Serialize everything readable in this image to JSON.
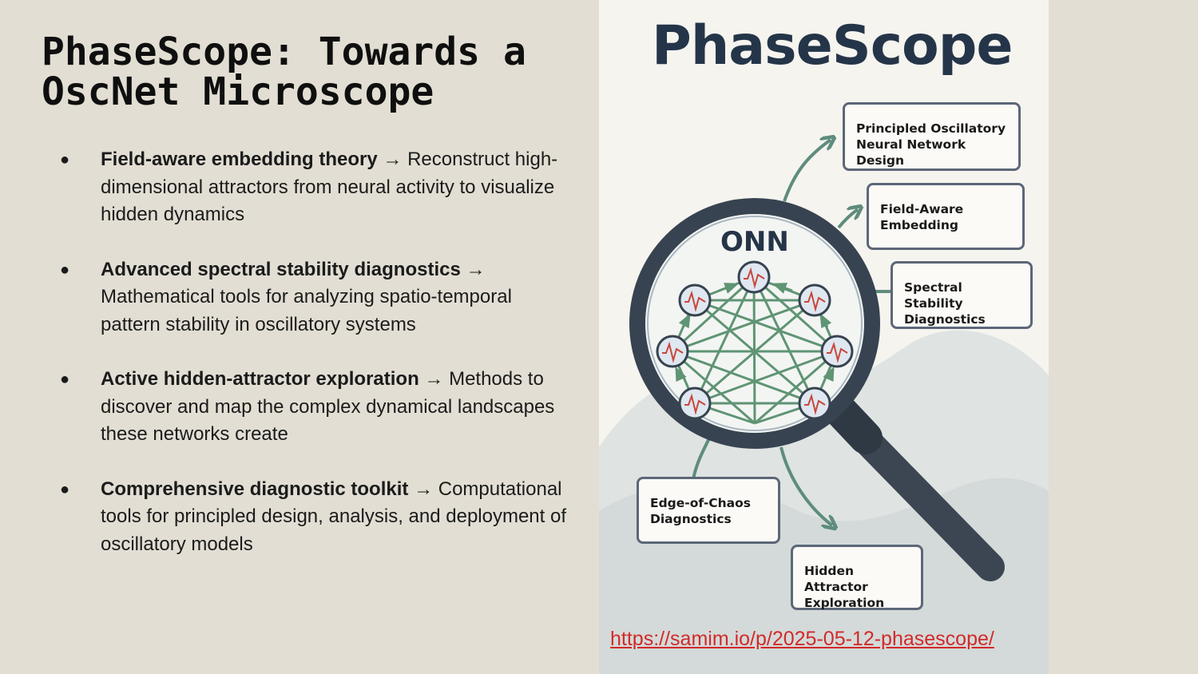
{
  "title": "PhaseScope: Towards a OscNet Microscope",
  "bullets": [
    {
      "head": "Field-aware embedding theory",
      "text": " → Reconstruct high-dimensional attractors from neural activity to visualize hidden dynamics"
    },
    {
      "head": "Advanced spectral stability diagnostics",
      "text": " → Mathematical tools for analyzing spatio-temporal pattern stability in oscillatory systems"
    },
    {
      "head": "Active hidden-attractor exploration",
      "text": " → Methods to discover and map the complex dynamical landscapes these networks create"
    },
    {
      "head": "Comprehensive diagnostic toolkit",
      "text": " → Computational tools for principled design, analysis, and deployment of oscillatory models"
    }
  ],
  "bullet_glyph": "●",
  "illustration": {
    "title": "PhaseScope",
    "center_label": "ONN",
    "boxes": {
      "principled": "Principled Oscillatory Neural Network Design",
      "field_aware": "Field-Aware Embedding",
      "spectral": "Spectral Stability Diagnostics",
      "edge_of_chaos": "Edge-of-Chaos Diagnostics",
      "hidden_attractor": "Hidden Attractor Exploration"
    },
    "colors": {
      "navy": "#253549",
      "teal": "#5e8c7d",
      "edge_green": "#5f9474",
      "node_red": "#c8473b"
    }
  },
  "link": "https://samim.io/p/2025-05-12-phasescope/"
}
